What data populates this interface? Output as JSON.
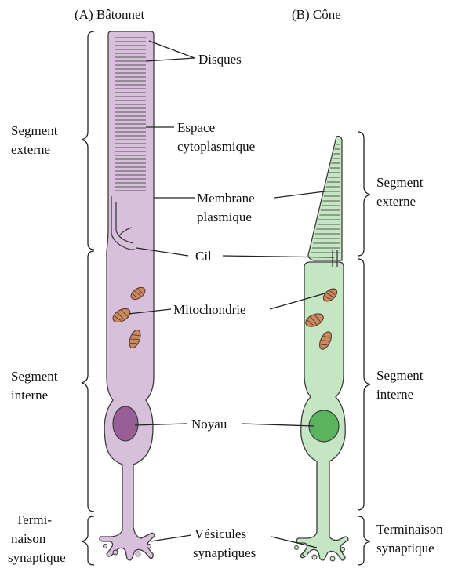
{
  "titles": {
    "rod": "(A) Bâtonnet",
    "cone": "(B) Cône"
  },
  "labels": {
    "disks": "Disques",
    "space_line1": "Espace",
    "space_line2": "cytoplasmique",
    "membrane_line1": "Membrane",
    "membrane_line2": "plasmique",
    "cilium": "Cil",
    "mitochondria": "Mitochondrie",
    "nucleus": "Noyau",
    "vesicles_line1": "Vésicules",
    "vesicles_line2": "synaptiques"
  },
  "rod_sections": {
    "outer_line1": "Segment",
    "outer_line2": "externe",
    "inner_line1": "Segment",
    "inner_line2": "interne",
    "terminal_line1": "Termi-",
    "terminal_line2": "naison",
    "terminal_line3": "synaptique"
  },
  "cone_sections": {
    "outer_line1": "Segment",
    "outer_line2": "externe",
    "inner_line1": "Segment",
    "inner_line2": "interne",
    "terminal_line1": "Terminaison",
    "terminal_line2": "synaptique"
  },
  "colors": {
    "rod_fill": "#d8bfdb",
    "rod_nucleus": "#9a5e96",
    "cone_fill": "#c5e6c2",
    "cone_nucleus": "#5ab45e",
    "mitochondria": "#c98a62",
    "line": "#222222"
  }
}
